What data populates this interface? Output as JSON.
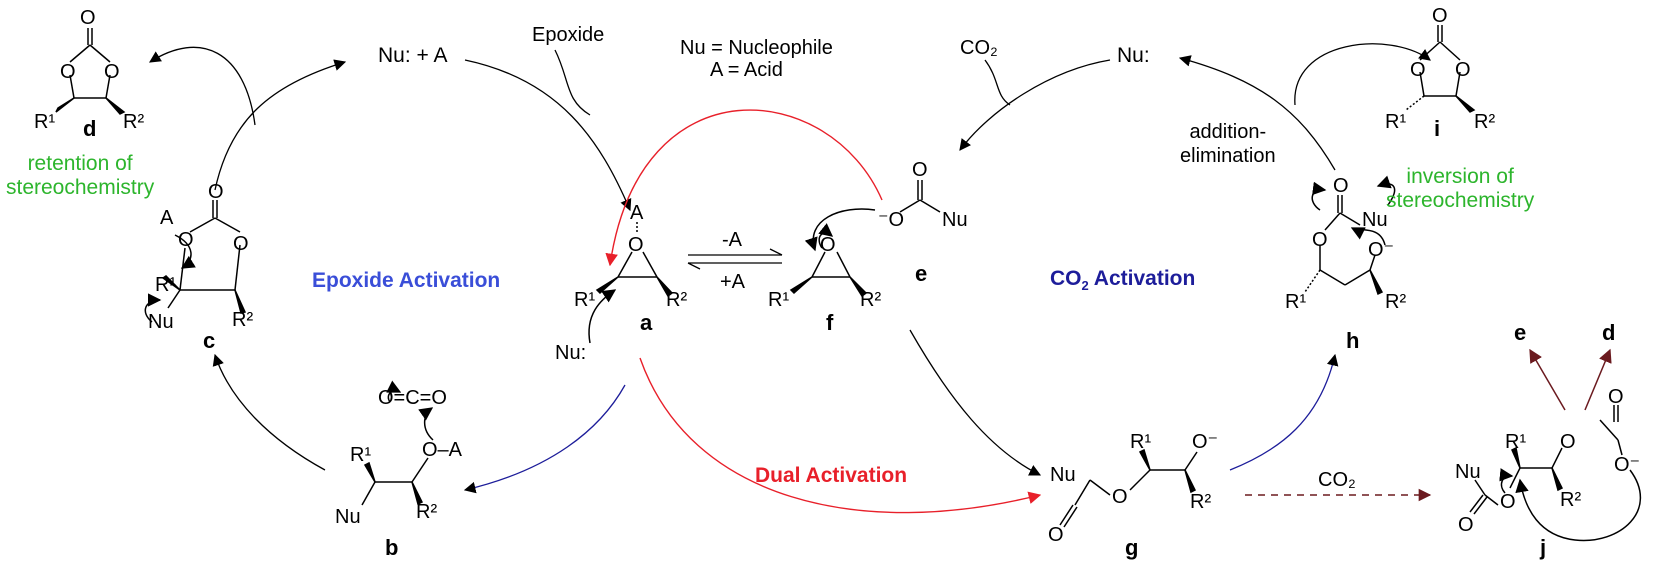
{
  "diagram": {
    "colors": {
      "red": "#e8202a",
      "navy": "#1d1d9a",
      "darkred": "#6b1a1f",
      "green": "#2db52d",
      "blue": "#3a4ed8"
    },
    "header": {
      "nu_plus_a": "Nu:  +  A",
      "epoxide": "Epoxide",
      "legend_nu": "Nu = Nucleophile",
      "legend_a": "A = Acid",
      "co2_top": "CO₂",
      "nu_right": "Nu:"
    },
    "notes": {
      "retention": "retention of\nstereochemistry",
      "inversion": "inversion of\nstereochemistry",
      "addition_elimination": "addition-\nelimination"
    },
    "sections": {
      "epoxide_activation": "Epoxide Activation",
      "co2_activation_prefix": "CO",
      "co2_activation_sub": "2",
      "co2_activation_suffix": " Activation",
      "dual_activation": "Dual Activation"
    },
    "equilibrium": {
      "forward": "-A",
      "reverse": "+A"
    },
    "co2_bottom": "CO₂",
    "compounds": {
      "a": "a",
      "b": "b",
      "c": "c",
      "d": "d",
      "e": "e",
      "f": "f",
      "g": "g",
      "h": "h",
      "i": "i",
      "j": "j",
      "prod_e": "e",
      "prod_d": "d"
    },
    "atoms": {
      "O": "O",
      "A": "A",
      "Nu": "Nu",
      "Nu_colon": "Nu:",
      "R1": "R¹",
      "R2": "R²",
      "O_minus": "O⁻",
      "minus_O": "⁻O",
      "OA": "O–A",
      "OCO": "O=C=O"
    }
  }
}
